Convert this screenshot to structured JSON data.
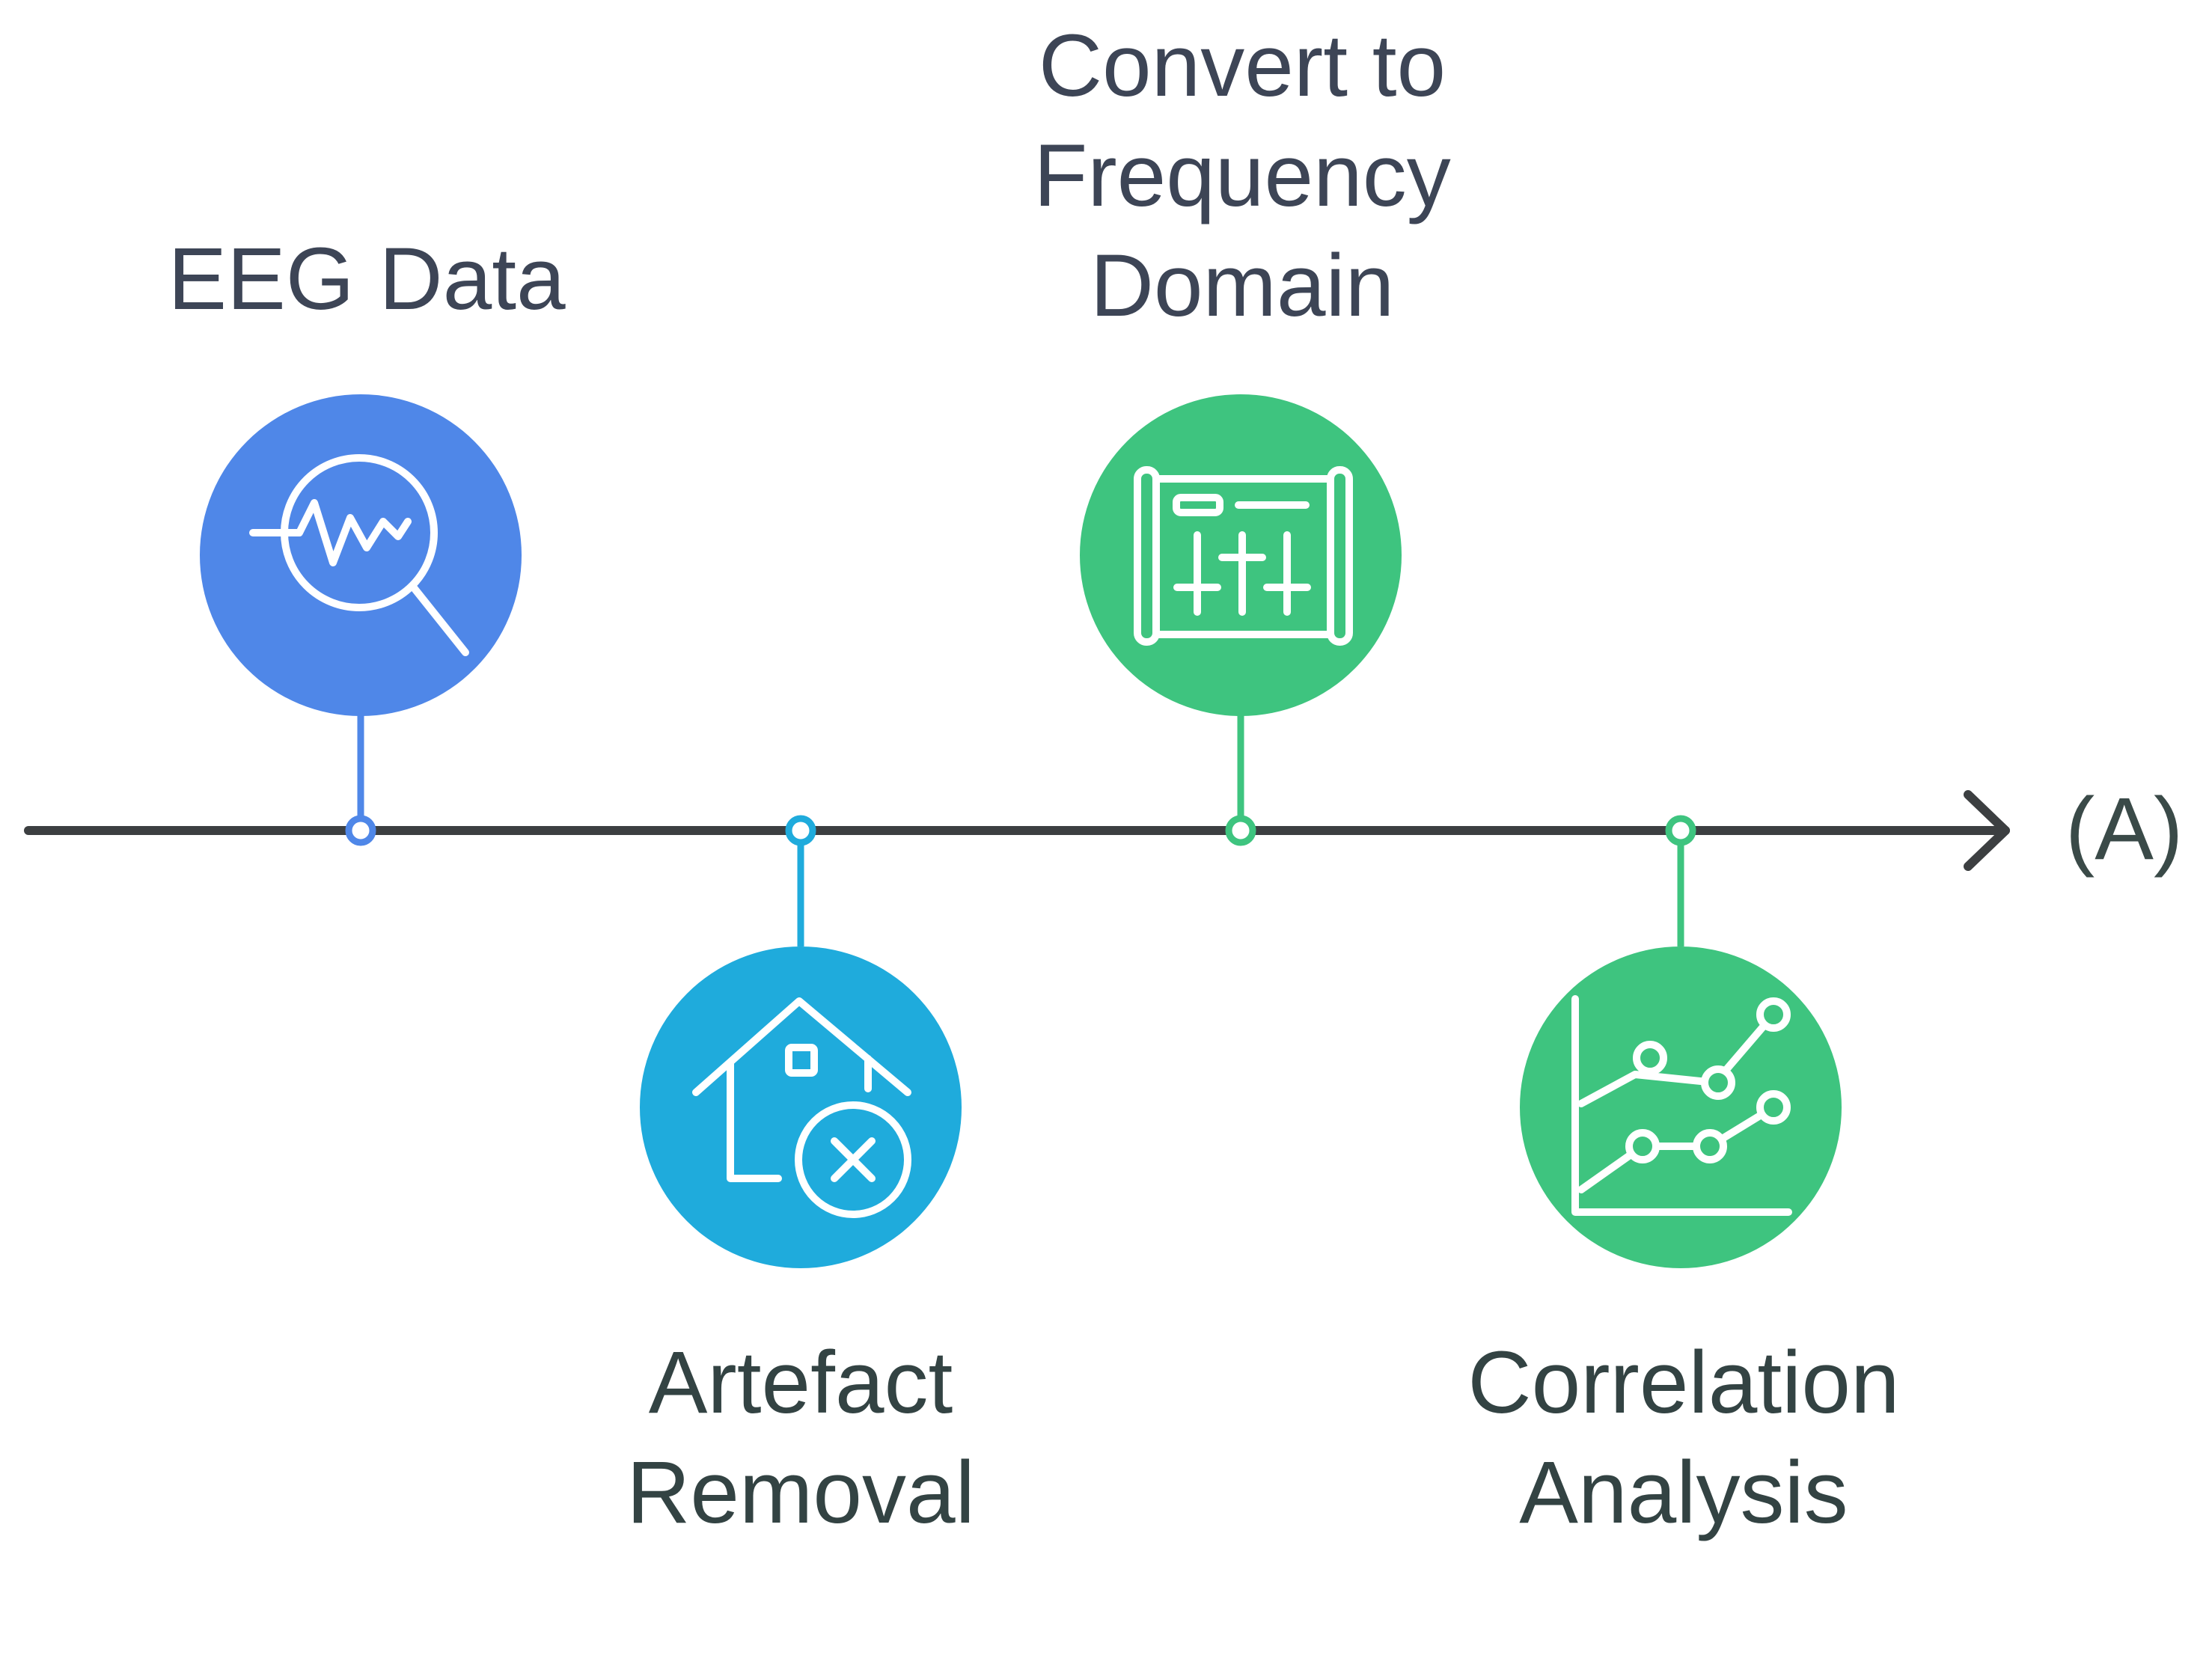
{
  "axis": {
    "label": "(A)",
    "color": "#3c3f41"
  },
  "steps": [
    {
      "id": "eeg",
      "label": "EEG Data",
      "position": "above",
      "color": "#4f87e8",
      "icon": "eeg-search-icon"
    },
    {
      "id": "artefact",
      "label": "Artefact\nRemoval",
      "position": "below",
      "color": "#1fabdc",
      "icon": "house-remove-icon"
    },
    {
      "id": "freq",
      "label": "Convert to\nFrequency\nDomain",
      "position": "above",
      "color": "#3ec47f",
      "icon": "equalizer-panel-icon"
    },
    {
      "id": "corr",
      "label": "Correlation\nAnalysis",
      "position": "below",
      "color": "#3ec47f",
      "icon": "line-chart-icon"
    }
  ]
}
